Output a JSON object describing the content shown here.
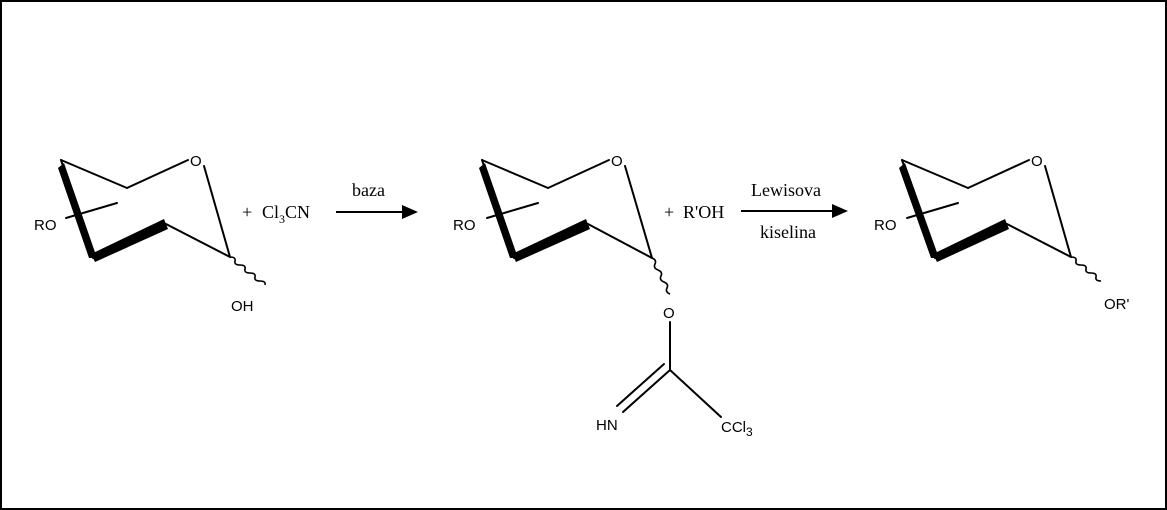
{
  "molecule_1": {
    "ring_oxygen": "O",
    "substituent": "RO",
    "anomeric_group": "OH"
  },
  "reagent_1": {
    "plus": "+",
    "formula_pre": "Cl",
    "formula_sub": "3",
    "formula_post": "CN"
  },
  "arrow_1": {
    "above": "baza",
    "below": ""
  },
  "molecule_2": {
    "ring_oxygen": "O",
    "substituent": "RO",
    "linker_oxygen": "O",
    "imine": "HN",
    "trichloro_pre": "CCl",
    "trichloro_sub": "3"
  },
  "reagent_2": {
    "plus": "+",
    "formula": "R'OH"
  },
  "arrow_2": {
    "above": "Lewisova",
    "below": "kiselina"
  },
  "molecule_3": {
    "ring_oxygen": "O",
    "substituent": "RO",
    "anomeric_group": "OR'"
  }
}
